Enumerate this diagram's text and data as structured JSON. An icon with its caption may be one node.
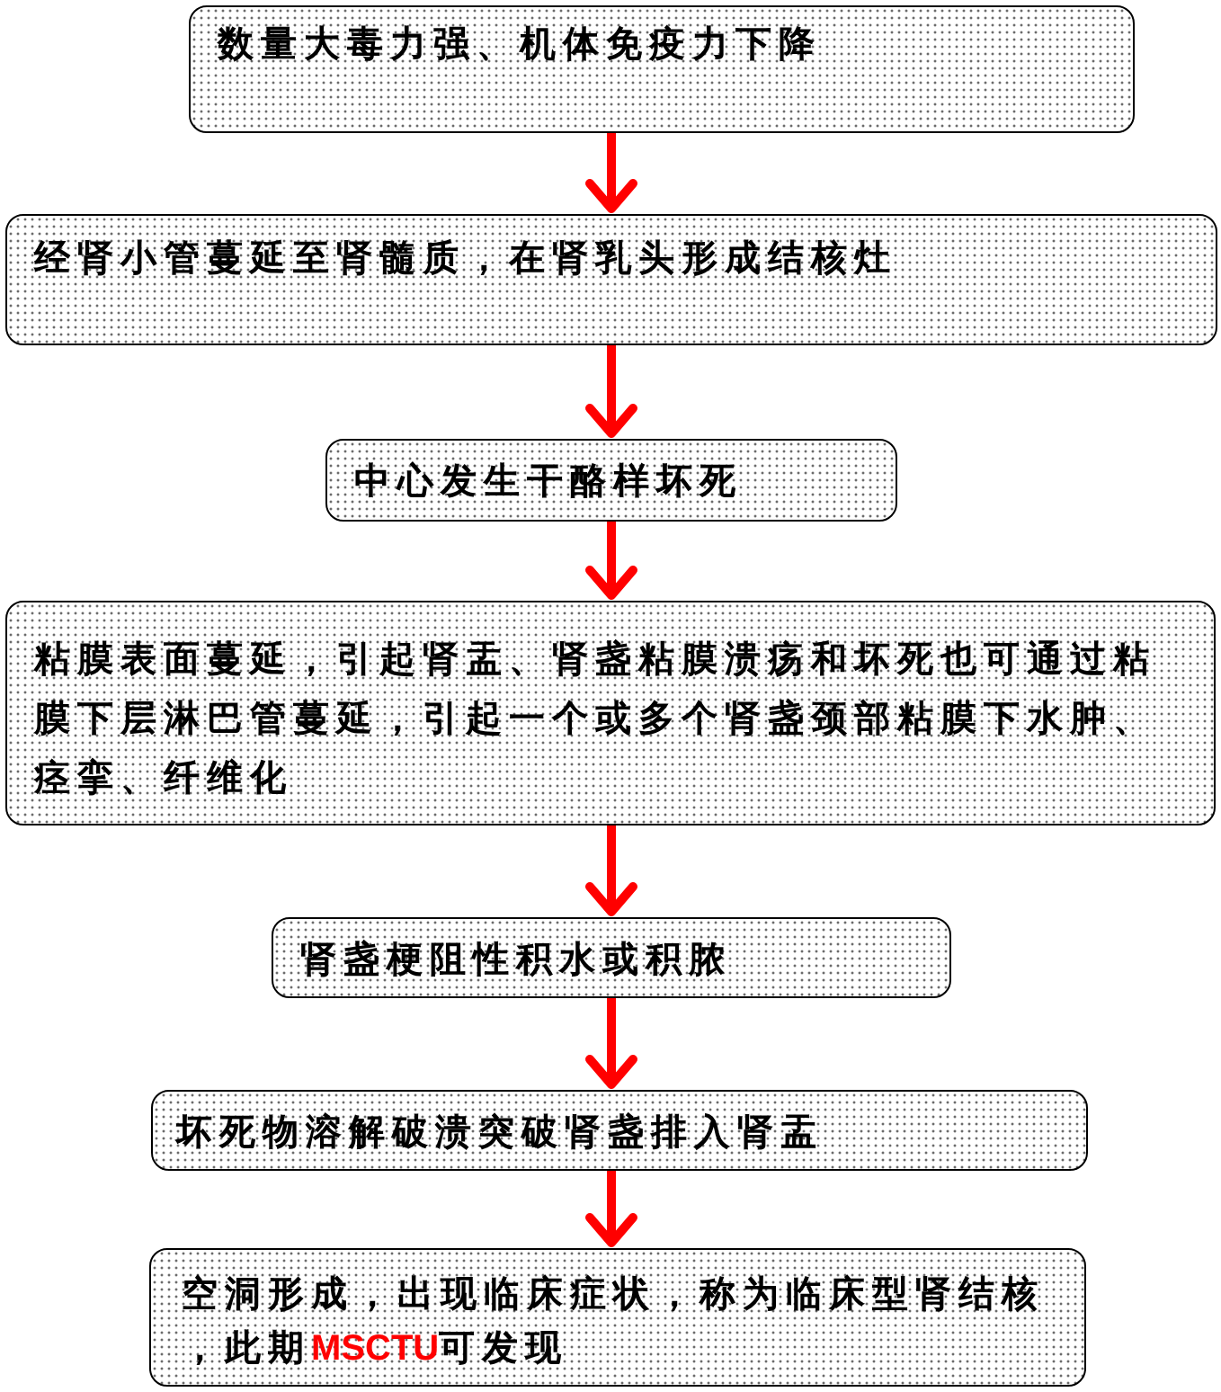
{
  "diagram": {
    "nodes": [
      {
        "text": [
          "数量大毒力强、机体免疫力下降"
        ]
      },
      {
        "text": [
          "经肾小管蔓延至肾髓质，在肾乳头形成结核灶"
        ]
      },
      {
        "text": [
          "中心发生干酪样坏死"
        ]
      },
      {
        "text": [
          "粘膜表面蔓延，引起肾盂、肾盏粘膜溃疡和坏死也可通过粘膜下层淋巴管蔓延，引起一个或多个肾盏颈部粘膜下水肿、痉挛、纤维化"
        ]
      },
      {
        "text": [
          "肾盏梗阻性积水或积脓"
        ]
      },
      {
        "text": [
          "坏死物溶解破溃突破肾盏排入肾盂"
        ]
      },
      {
        "text": [
          "空洞形成，出现临床症状，称为临床型肾结核，此期**MSCTU**可发现"
        ]
      }
    ],
    "edges": [
      {
        "from": 0,
        "to": 1,
        "arrow": "to"
      },
      {
        "from": 1,
        "to": 2,
        "arrow": "to"
      },
      {
        "from": 2,
        "to": 3,
        "arrow": "to"
      },
      {
        "from": 3,
        "to": 4,
        "arrow": "to"
      },
      {
        "from": 4,
        "to": 5,
        "arrow": "to"
      },
      {
        "from": 5,
        "to": 6,
        "arrow": "to"
      }
    ]
  }
}
